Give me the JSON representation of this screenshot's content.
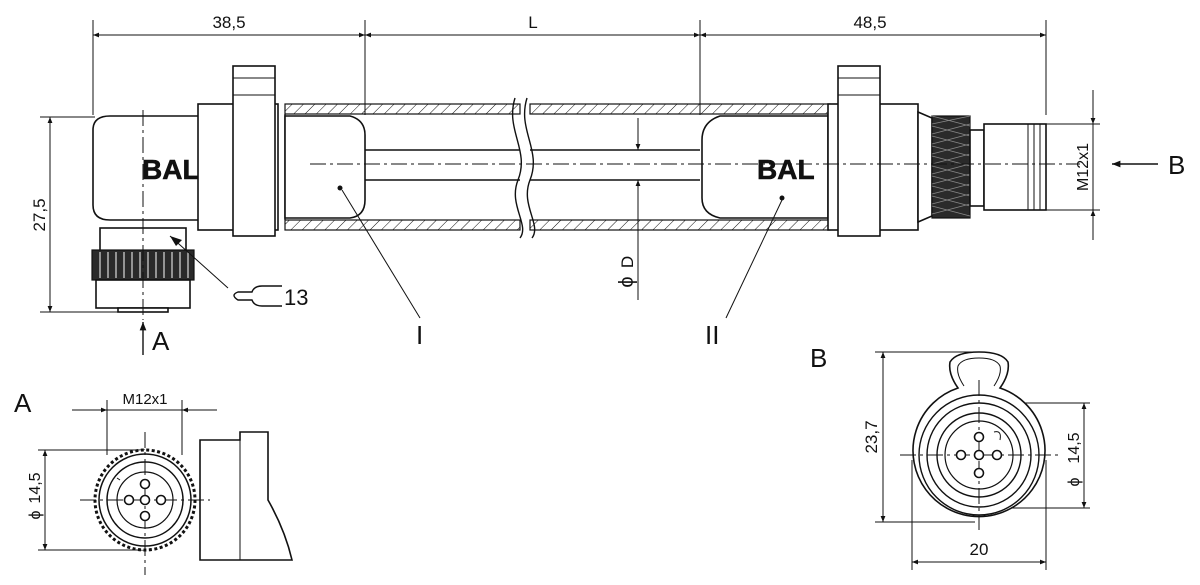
{
  "dimensions": {
    "left_length": "38,5",
    "middle_length": "L",
    "right_length": "48,5",
    "height": "27,5",
    "thread_right": "M12x1",
    "diameter_cable": "D",
    "wrench": "13",
    "view_a_thread": "M12x1",
    "view_a_diameter": "14,5",
    "view_b_height": "23,7",
    "view_b_diameter": "14,5",
    "view_b_width": "20"
  },
  "labels": {
    "view_a_arrow": "A",
    "view_b_arrow": "B",
    "part_one": "I",
    "part_two": "II",
    "view_a_title": "A",
    "view_b_title": "B",
    "logo_left": "BAL",
    "logo_right": "BAL",
    "diameter_symbol": "ϕ"
  }
}
